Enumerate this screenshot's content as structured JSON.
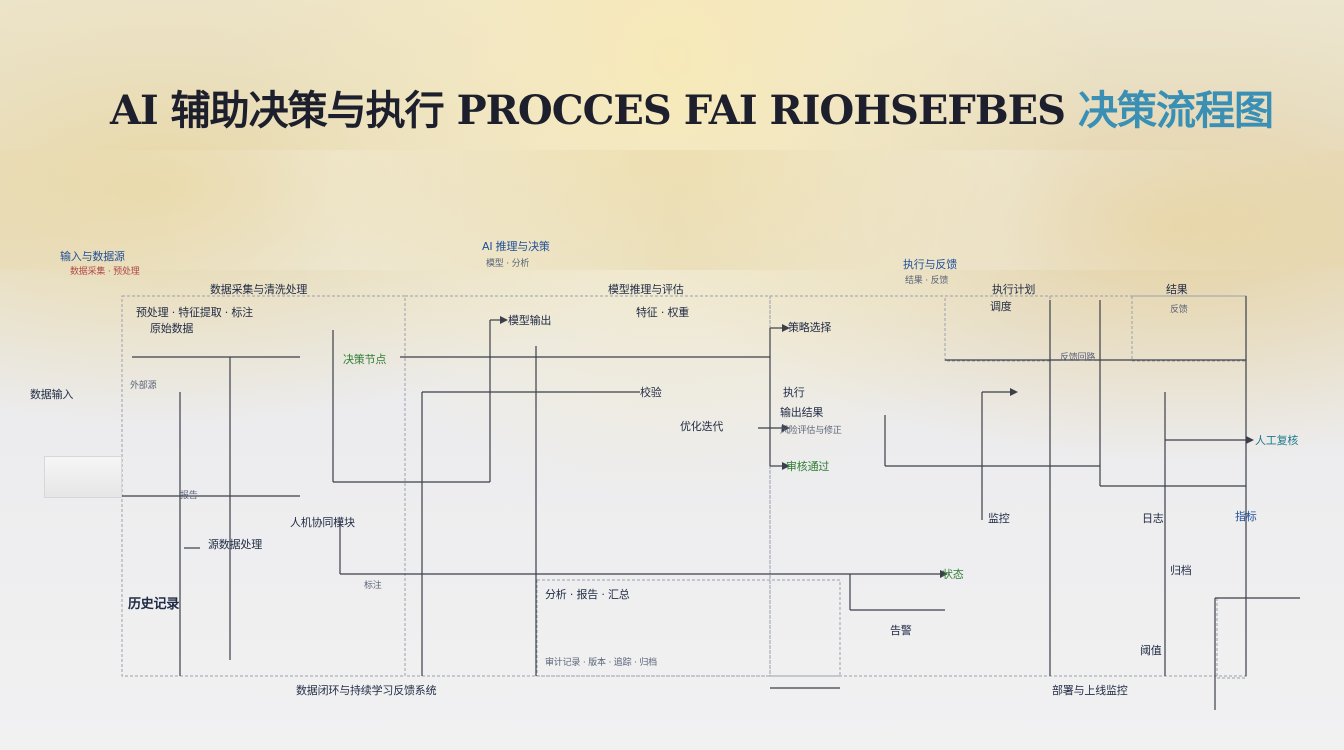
{
  "title": {
    "main": "AI 辅助决策与执行 PROCCES FAI RIOHSEFBES",
    "accent": "决策流程图"
  },
  "labels": {
    "top_left_header": "输入与数据源",
    "top_left_sub": "数据采集 · 预处理",
    "top_center_header": "AI 推理与决策",
    "top_center_sub": "模型 · 分析",
    "top_right_header": "执行与反馈",
    "top_right_sub": "结果 · 反馈",
    "box1_title": "数据采集与清洗处理",
    "box1_sub": "预处理 · 特征提取 · 标注",
    "box1_sub2": "原始数据",
    "box2_title": "模型推理与评估",
    "box2_sub": "特征 · 权重",
    "box3_title": "执行计划",
    "box3_sub": "调度",
    "box4_title": "结果",
    "box4_sub": "反馈",
    "left_label": "数据输入",
    "left_small": "外部源",
    "node_a": "决策节点",
    "node_b": "模型输出",
    "node_c": "策略选择",
    "node_d": "校验",
    "node_e": "执行",
    "node_f": "输出结果",
    "node_g": "优化迭代",
    "node_h": "风险评估与修正",
    "node_i": "审核通过",
    "node_j": "反馈回路",
    "node_k": "人工复核",
    "node_l": "监控",
    "node_m": "日志",
    "node_n": "指标",
    "node_o": "人机协同模块",
    "node_p": "报告",
    "mid_box_title": "分析 · 报告 · 汇总",
    "mid_box_sub": "审计记录 · 版本 · 追踪 · 归档",
    "bottom_left_1": "源数据处理",
    "bottom_left_2": "历史记录",
    "bottom_left_3": "标注",
    "bottom_center": "数据闭环与持续学习反馈系统",
    "bottom_right": "部署与上线监控",
    "right_small_1": "状态",
    "right_small_2": "告警",
    "right_small_3": "阈值",
    "right_small_4": "归档"
  },
  "colors": {
    "line": "#3c3f4a",
    "dashed": "#9aa0ad",
    "accent": "#3a8fb5",
    "green": "#2e7d32",
    "red": "#b04a4a"
  }
}
